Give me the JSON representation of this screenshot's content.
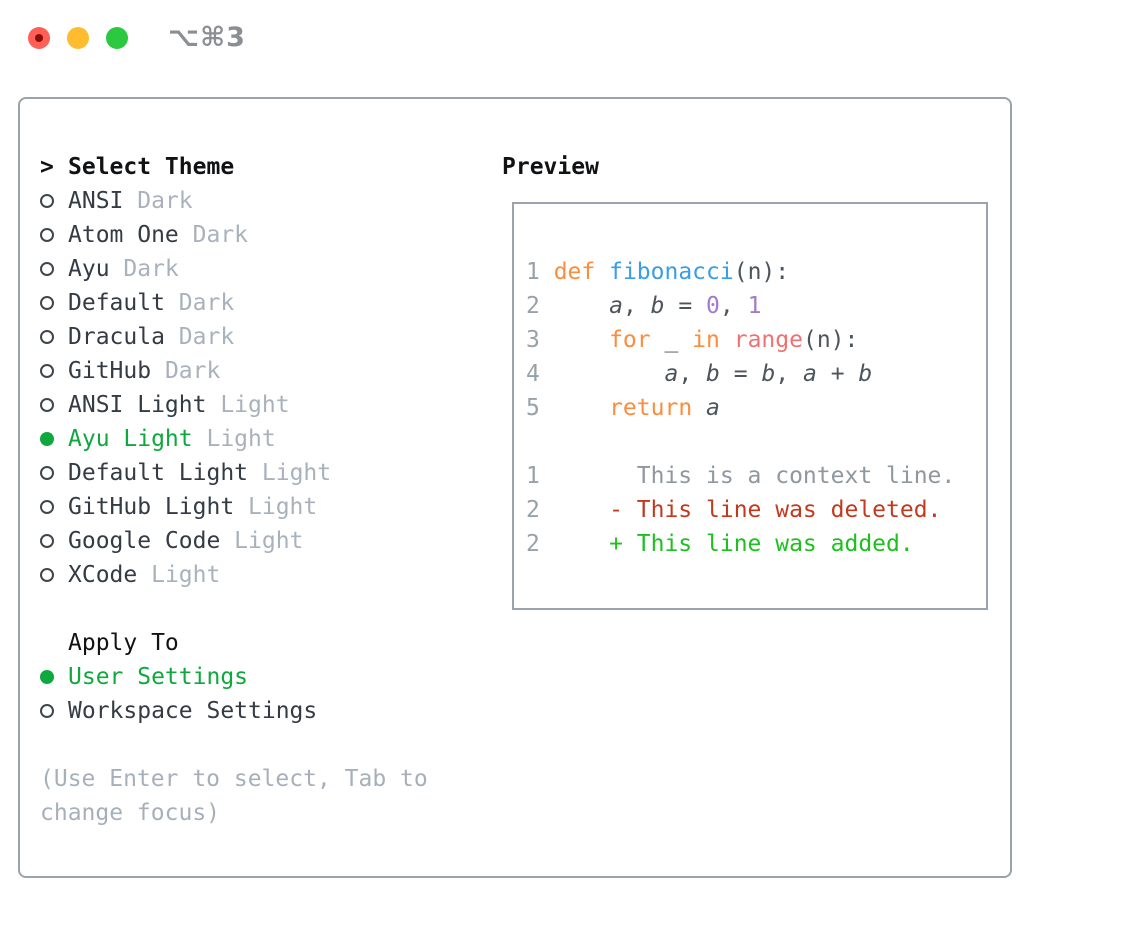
{
  "titlebar": {
    "hotkey": "⌥⌘3"
  },
  "colors": {
    "ui_selected_green": "#0fa83e",
    "muted_gray": "#a9b2bc",
    "text_dark": "#343b44",
    "border_gray": "#9aa3ae",
    "traffic_red": "#ff5f57",
    "traffic_yellow": "#febc2e",
    "traffic_green": "#2bc840"
  },
  "theme_picker": {
    "prompt": ">",
    "title": "Select Theme",
    "items": [
      {
        "name": "ANSI",
        "variant": "Dark",
        "selected": false
      },
      {
        "name": "Atom One",
        "variant": "Dark",
        "selected": false
      },
      {
        "name": "Ayu",
        "variant": "Dark",
        "selected": false
      },
      {
        "name": "Default",
        "variant": "Dark",
        "selected": false
      },
      {
        "name": "Dracula",
        "variant": "Dark",
        "selected": false
      },
      {
        "name": "GitHub",
        "variant": "Dark",
        "selected": false
      },
      {
        "name": "ANSI Light",
        "variant": "Light",
        "selected": false
      },
      {
        "name": "Ayu Light",
        "variant": "Light",
        "selected": true
      },
      {
        "name": "Default Light",
        "variant": "Light",
        "selected": false
      },
      {
        "name": "GitHub Light",
        "variant": "Light",
        "selected": false
      },
      {
        "name": "Google Code",
        "variant": "Light",
        "selected": false
      },
      {
        "name": "XCode",
        "variant": "Light",
        "selected": false
      }
    ],
    "apply_to": {
      "title": "Apply To",
      "options": [
        {
          "name": "User Settings",
          "selected": true
        },
        {
          "name": "Workspace Settings",
          "selected": false
        }
      ]
    },
    "help_lines": [
      "(Use Enter to select, Tab to",
      "change focus)"
    ]
  },
  "preview": {
    "title": "Preview",
    "syntax_colors": {
      "keyword": "#fa8d3e",
      "function": "#399ee6",
      "call": "#f07171",
      "number": "#a37acc",
      "text": "#4c545c",
      "line_number": "#98a1aa",
      "diff_context": "#8f979f",
      "diff_deleted": "#c23a1d",
      "diff_added": "#1dc11d"
    },
    "code_lines": [
      {
        "num": "1",
        "segments": [
          {
            "t": "def",
            "c": "keyword"
          },
          {
            "t": " ",
            "c": "text"
          },
          {
            "t": "fibonacci",
            "c": "function"
          },
          {
            "t": "(n):",
            "c": "text"
          }
        ]
      },
      {
        "num": "2",
        "segments": [
          {
            "t": "    ",
            "c": "text"
          },
          {
            "t": "a",
            "c": "var"
          },
          {
            "t": ", ",
            "c": "text"
          },
          {
            "t": "b",
            "c": "var"
          },
          {
            "t": " = ",
            "c": "text"
          },
          {
            "t": "0",
            "c": "number"
          },
          {
            "t": ", ",
            "c": "text"
          },
          {
            "t": "1",
            "c": "number"
          }
        ]
      },
      {
        "num": "3",
        "segments": [
          {
            "t": "    ",
            "c": "text"
          },
          {
            "t": "for",
            "c": "keyword"
          },
          {
            "t": " _ ",
            "c": "text"
          },
          {
            "t": "in",
            "c": "keyword"
          },
          {
            "t": " ",
            "c": "text"
          },
          {
            "t": "range",
            "c": "call"
          },
          {
            "t": "(n):",
            "c": "text"
          }
        ]
      },
      {
        "num": "4",
        "segments": [
          {
            "t": "        ",
            "c": "text"
          },
          {
            "t": "a",
            "c": "var"
          },
          {
            "t": ", ",
            "c": "text"
          },
          {
            "t": "b",
            "c": "var"
          },
          {
            "t": " = ",
            "c": "text"
          },
          {
            "t": "b",
            "c": "var"
          },
          {
            "t": ", ",
            "c": "text"
          },
          {
            "t": "a",
            "c": "var"
          },
          {
            "t": " + ",
            "c": "text"
          },
          {
            "t": "b",
            "c": "var"
          }
        ]
      },
      {
        "num": "5",
        "segments": [
          {
            "t": "    ",
            "c": "text"
          },
          {
            "t": "return",
            "c": "keyword"
          },
          {
            "t": " ",
            "c": "text"
          },
          {
            "t": "a",
            "c": "var"
          }
        ]
      },
      {
        "num": "",
        "segments": []
      },
      {
        "num": "1",
        "segments": [
          {
            "t": "      This is a context line.",
            "c": "context"
          }
        ]
      },
      {
        "num": "2",
        "segments": [
          {
            "t": "    - This line was deleted.",
            "c": "deleted"
          }
        ]
      },
      {
        "num": "2",
        "segments": [
          {
            "t": "    + This line was added.",
            "c": "added"
          }
        ]
      }
    ]
  }
}
